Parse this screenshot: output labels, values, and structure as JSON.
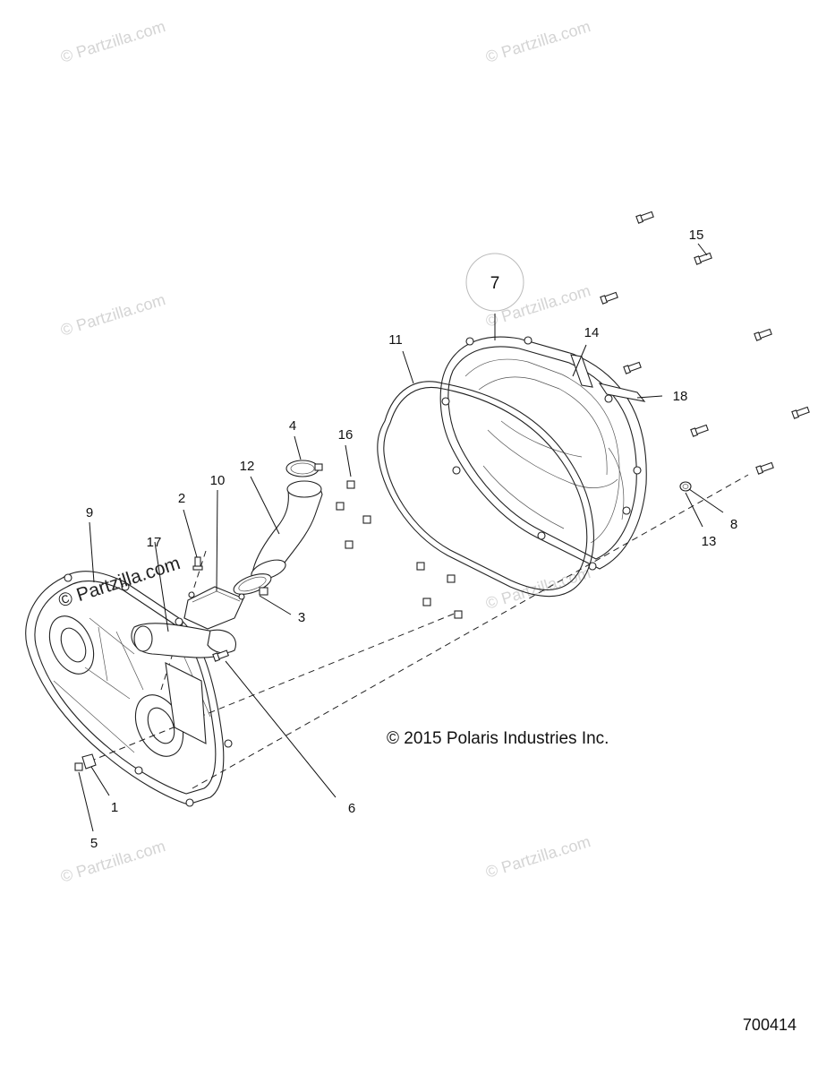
{
  "watermarks": [
    "© Partzilla.com",
    "© Partzilla.com",
    "© Partzilla.com",
    "© Partzilla.com",
    "© Partzilla.com",
    "© Partzilla.com",
    "© Partzilla.com"
  ],
  "watermark_prominent": "© Partzilla.com",
  "copyright": "© 2015 Polaris Industries Inc.",
  "diagram_id": "700414",
  "callouts": {
    "p1": "1",
    "p2": "2",
    "p3": "3",
    "p4": "4",
    "p5": "5",
    "p6": "6",
    "p7": "7",
    "p8": "8",
    "p9": "9",
    "p10": "10",
    "p11": "11",
    "p12": "12",
    "p13": "13",
    "p14": "14",
    "p15": "15",
    "p16": "16",
    "p17": "17",
    "p18": "18"
  }
}
